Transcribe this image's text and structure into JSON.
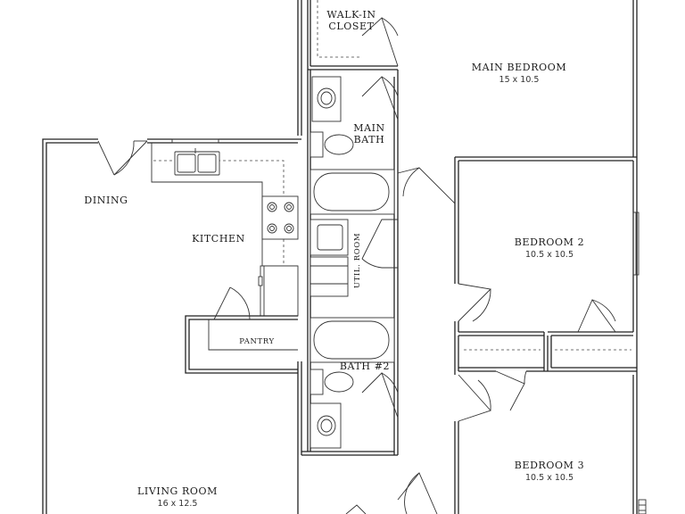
{
  "rooms": {
    "walk_in_closet": {
      "line1": "WALK-IN",
      "line2": "CLOSET"
    },
    "main_bedroom": {
      "name": "MAIN BEDROOM",
      "size": "15 x 10.5"
    },
    "main_bath": {
      "line1": "MAIN",
      "line2": "BATH"
    },
    "dining": {
      "name": "DINING"
    },
    "kitchen": {
      "name": "KITCHEN"
    },
    "util_room": {
      "name": "UTIL. ROOM"
    },
    "bedroom_2": {
      "name": "BEDROOM 2",
      "size": "10.5 x 10.5"
    },
    "pantry": {
      "name": "PANTRY"
    },
    "bath_2": {
      "name": "BATH #2"
    },
    "bedroom_3": {
      "name": "BEDROOM 3",
      "size": "10.5 x 10.5"
    },
    "living_room": {
      "name": "LIVING ROOM",
      "size": "16 x 12.5"
    }
  }
}
